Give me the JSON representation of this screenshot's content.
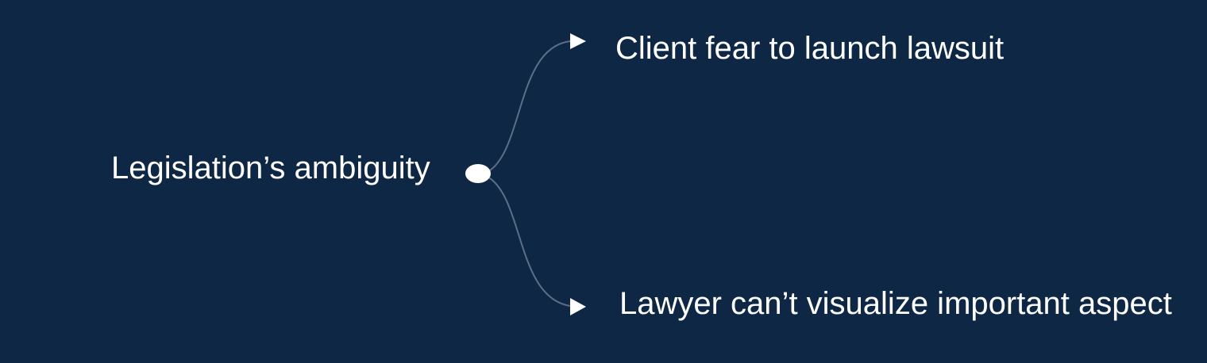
{
  "diagram": {
    "root": {
      "label": "Legislation’s ambiguity"
    },
    "branches": [
      {
        "label": "Client fear to launch lawsuit"
      },
      {
        "label": "Lawyer can’t visualize important aspect"
      }
    ]
  },
  "colors": {
    "background": "#0e2745",
    "text": "#ffffff",
    "connector": "#5c6f86",
    "node": "#ffffff"
  }
}
